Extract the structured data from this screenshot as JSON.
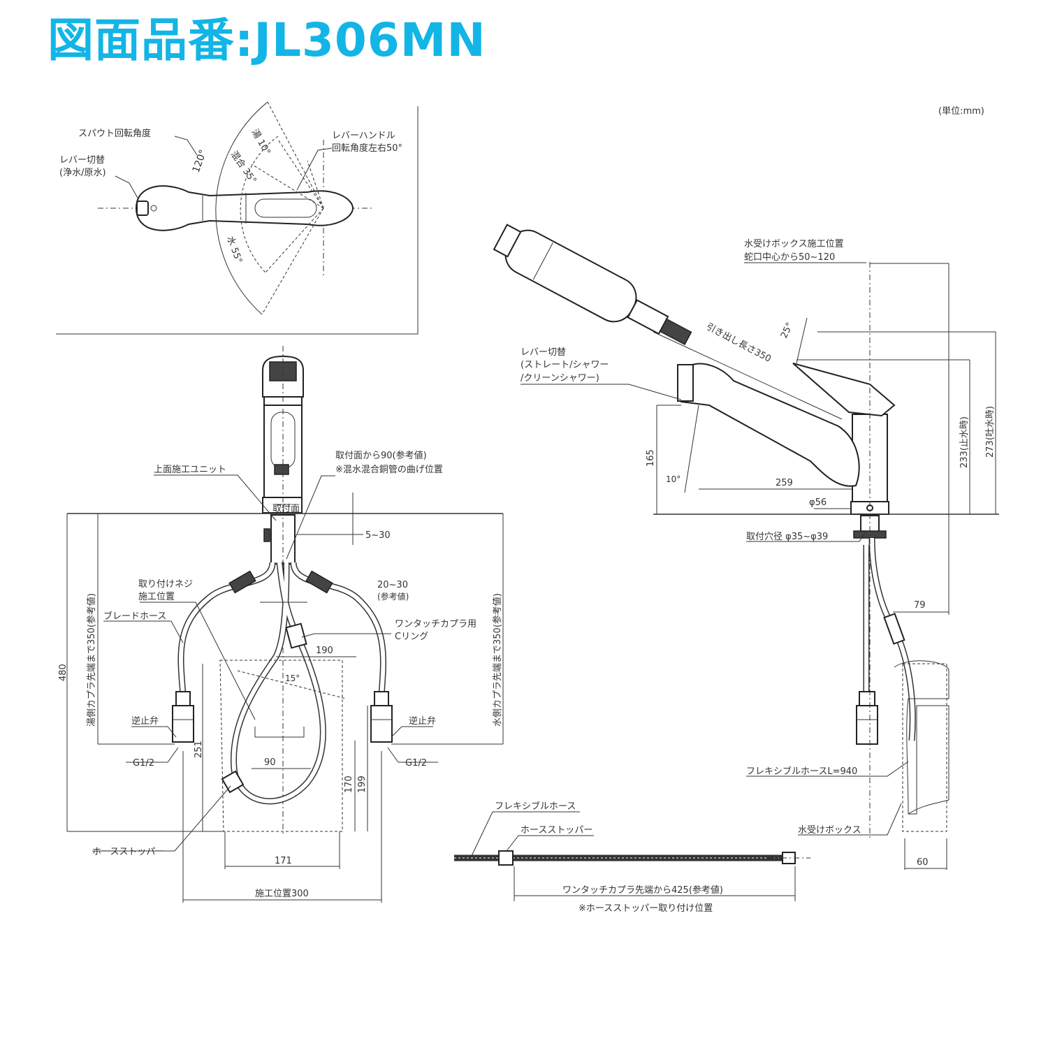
{
  "title": "図面品番:JL306MN",
  "unit_note": "(単位:mm)",
  "top_view": {
    "spout_angle_label": "スパウト回転角度",
    "spout_angle_value": "120°",
    "lever_switch_label_1": "レバー切替",
    "lever_switch_label_2": "(浄水/原水)",
    "lever_handle_label_1": "レバーハンドル",
    "lever_handle_label_2": "回転角度左右50°",
    "angle_hot": "湯 10°",
    "angle_mix": "混合 35°",
    "angle_cold": "水 55°"
  },
  "front_view": {
    "top_unit_label": "上面施工ユニット",
    "mount_surface_label": "取付面",
    "bend_label_1": "取付面から90(参考値)",
    "bend_label_2": "※混水混合銅管の曲げ位置",
    "range_5_30": "5~30",
    "screw_label_1": "取り付けネジ",
    "screw_label_2": "施工位置",
    "range_20_30": "20~30",
    "ref_value": "(参考値)",
    "braid_hose_label": "ブレードホース",
    "coupler_label_1": "ワンタッチカプラ用",
    "coupler_label_2": "Cリング",
    "dim_190": "190",
    "angle_15": "15°",
    "dim_480": "480",
    "hot_side_label": "湯側カプラ先端まで350(参考値)",
    "cold_side_label": "水側カプラ先端まで350(参考値)",
    "check_valve_left": "逆止弁",
    "check_valve_right": "逆止弁",
    "g12_left": "G1/2",
    "g12_right": "G1/2",
    "dim_251": "251",
    "dim_90": "90",
    "dim_170": "170",
    "dim_199": "199",
    "hose_stopper_label": "ホースストッパー",
    "dim_171": "171",
    "install_position": "施工位置300"
  },
  "side_view": {
    "pull_out_label": "引き出し長さ350",
    "water_box_label_1": "水受けボックス施工位置",
    "water_box_label_2": "蛇口中心から50~120",
    "angle_25": "25°",
    "lever_switch_label_1": "レバー切替",
    "lever_switch_label_2": "(ストレート/シャワー",
    "lever_switch_label_3": "/クリーンシャワー)",
    "dim_165": "165",
    "angle_10": "10°",
    "dim_259": "259",
    "dim_phi56": "φ56",
    "mount_hole_label": "取付穴径 φ35~φ39",
    "dim_233": "233(止水時)",
    "dim_273": "273(吐水時)",
    "dim_79": "79",
    "flex_hose_label": "フレキシブルホースL=940",
    "water_box_label": "水受けボックス",
    "dim_60": "60"
  },
  "hose_view": {
    "flex_hose_label": "フレキシブルホース",
    "hose_stopper_label": "ホースストッパー",
    "distance_label": "ワンタッチカプラ先端から425(参考値)",
    "stopper_position_label": "※ホースストッパー取り付け位置"
  },
  "colors": {
    "title": "#12b5e6",
    "line": "#333333"
  }
}
